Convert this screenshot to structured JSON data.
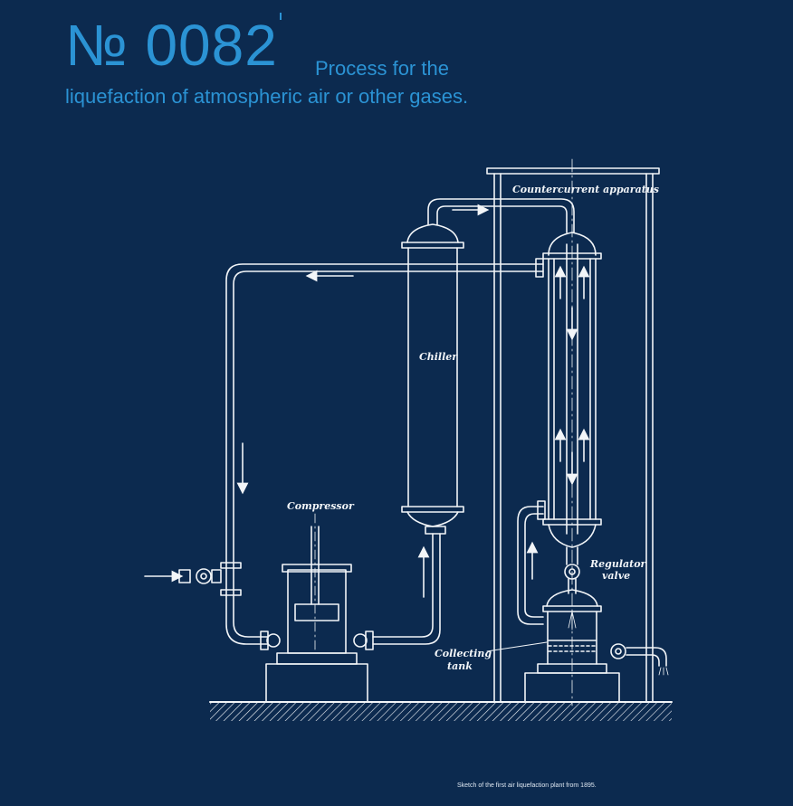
{
  "header": {
    "patent_number": "№ 0082",
    "title_line1": "Process for the",
    "title_line2": "liquefaction of atmospheric air or other gases."
  },
  "diagram": {
    "labels": {
      "countercurrent": "Countercurrent apparatus",
      "chiller": "Chiller",
      "compressor": "Compressor",
      "regulator_1": "Regulator",
      "regulator_2": "valve",
      "collecting_1": "Collecting",
      "collecting_2": "tank"
    },
    "colors": {
      "background": "#0c2a4f",
      "accent": "#2b93d4",
      "line": "#f2f5f8"
    }
  },
  "caption": "Sketch of the first air liquefaction plant from 1895."
}
